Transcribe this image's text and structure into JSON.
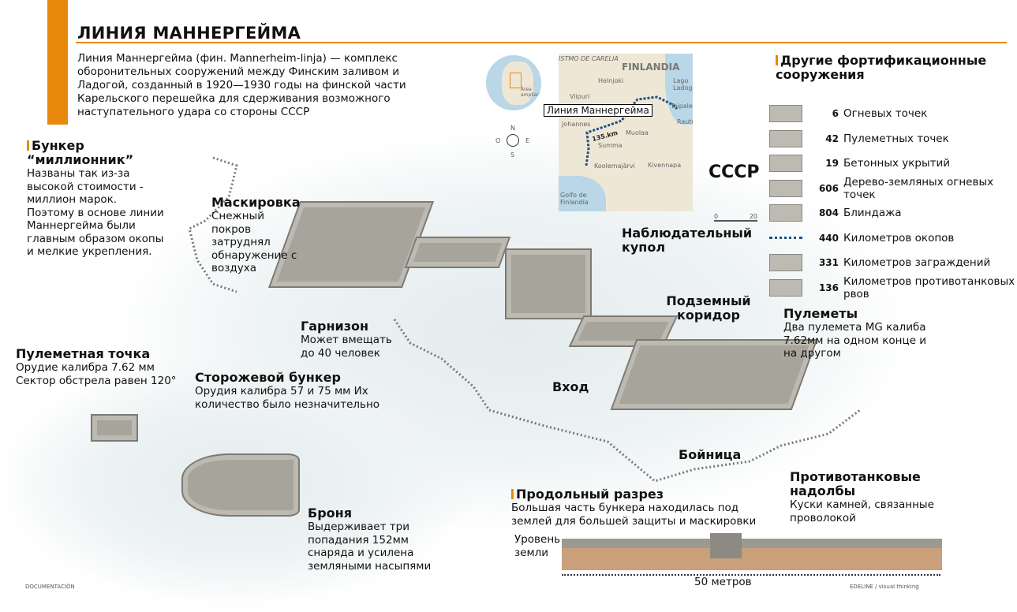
{
  "header": {
    "title": "ЛИНИЯ МАННЕРГЕЙМА",
    "intro": "Линия Маннергейма (фин. Mannerheim-linja) — комплекс оборонительных сооружений между Финским заливом и Ладогой, созданный в 1920—1930 годы на финской части Карельского перешейка для сдерживания возможного наступательного удара со стороны СССР"
  },
  "map": {
    "inset_label": "Área ampliada",
    "isthmus": "ISTMO DE CARELIA",
    "finland": "FINLANDIA",
    "line_label": "Линия Маннергейма",
    "length": "135.km",
    "ussr": "СССР",
    "places": [
      "Viipuri",
      "Helnjoki",
      "Johannes",
      "Muolaa",
      "Rautu",
      "Taipale",
      "Summa",
      "Koolemajärvi",
      "Kivennapa",
      "Golfo de Finlandia",
      "Lago Ladoga"
    ],
    "scale": [
      "0",
      "20"
    ],
    "compass": [
      "N",
      "S",
      "O",
      "E"
    ]
  },
  "legend": {
    "title": "Другие фортификационные сооружения",
    "items": [
      {
        "num": "6",
        "label": "Огневых точек"
      },
      {
        "num": "42",
        "label": "Пулеметных точек"
      },
      {
        "num": "19",
        "label": "Бетонных укрытий"
      },
      {
        "num": "606",
        "label": "Дерево-земляных огневых точек"
      },
      {
        "num": "804",
        "label": "Блиндажа"
      },
      {
        "num": "440",
        "label": "Километров окопов"
      },
      {
        "num": "331",
        "label": "Километров заграждений"
      },
      {
        "num": "136",
        "label": "Километров противотанковых рвов"
      }
    ]
  },
  "callouts": {
    "millionnik": {
      "title": "Бункер “миллионник”",
      "text": "Названы так из-за высокой стоимости - миллион марок. Поэтому в основе линии Маннергейма были главным образом окопы и мелкие укрепления."
    },
    "camouflage": {
      "title": "Маскировка",
      "text": "Снежный покров затруднял обнаружение с воздуха"
    },
    "dome": {
      "title": "Наблюдательный купол"
    },
    "corridor": {
      "title": "Подземный коридор"
    },
    "garrison": {
      "title": "Гарнизон",
      "text": "Может вмещать до 40 человек"
    },
    "mg": {
      "title": "Пулеметы",
      "text": "Два пулемета MG калиба 7.62мм на одном конце и на другом"
    },
    "mgpoint": {
      "title": "Пулеметная точка",
      "text": "Орудие калибра 7.62 мм Сектор обстрела равен 120°"
    },
    "guard": {
      "title": "Сторожевой бункер",
      "text": "Орудия калибра 57 и 75 мм Их количество было незначительно"
    },
    "entrance": {
      "title": "Вход"
    },
    "embrasure": {
      "title": "Бойница"
    },
    "armor": {
      "title": "Броня",
      "text": "Выдерживает три попадания 152мм снаряда и усилена земляными насыпями"
    },
    "antitank": {
      "title": "Противотанковые надолбы",
      "text": "Куски камней, связанные проволокой"
    },
    "section": {
      "title": "Продольный разрез",
      "text": "Большая часть бункера находилась под землей для большей защиты и маскировки",
      "ground": "Уровень земли",
      "scale": "50 метров"
    }
  },
  "footer": {
    "left": "DOCUMENTACIÓN",
    "right": "EDELINE / visual thinking"
  }
}
